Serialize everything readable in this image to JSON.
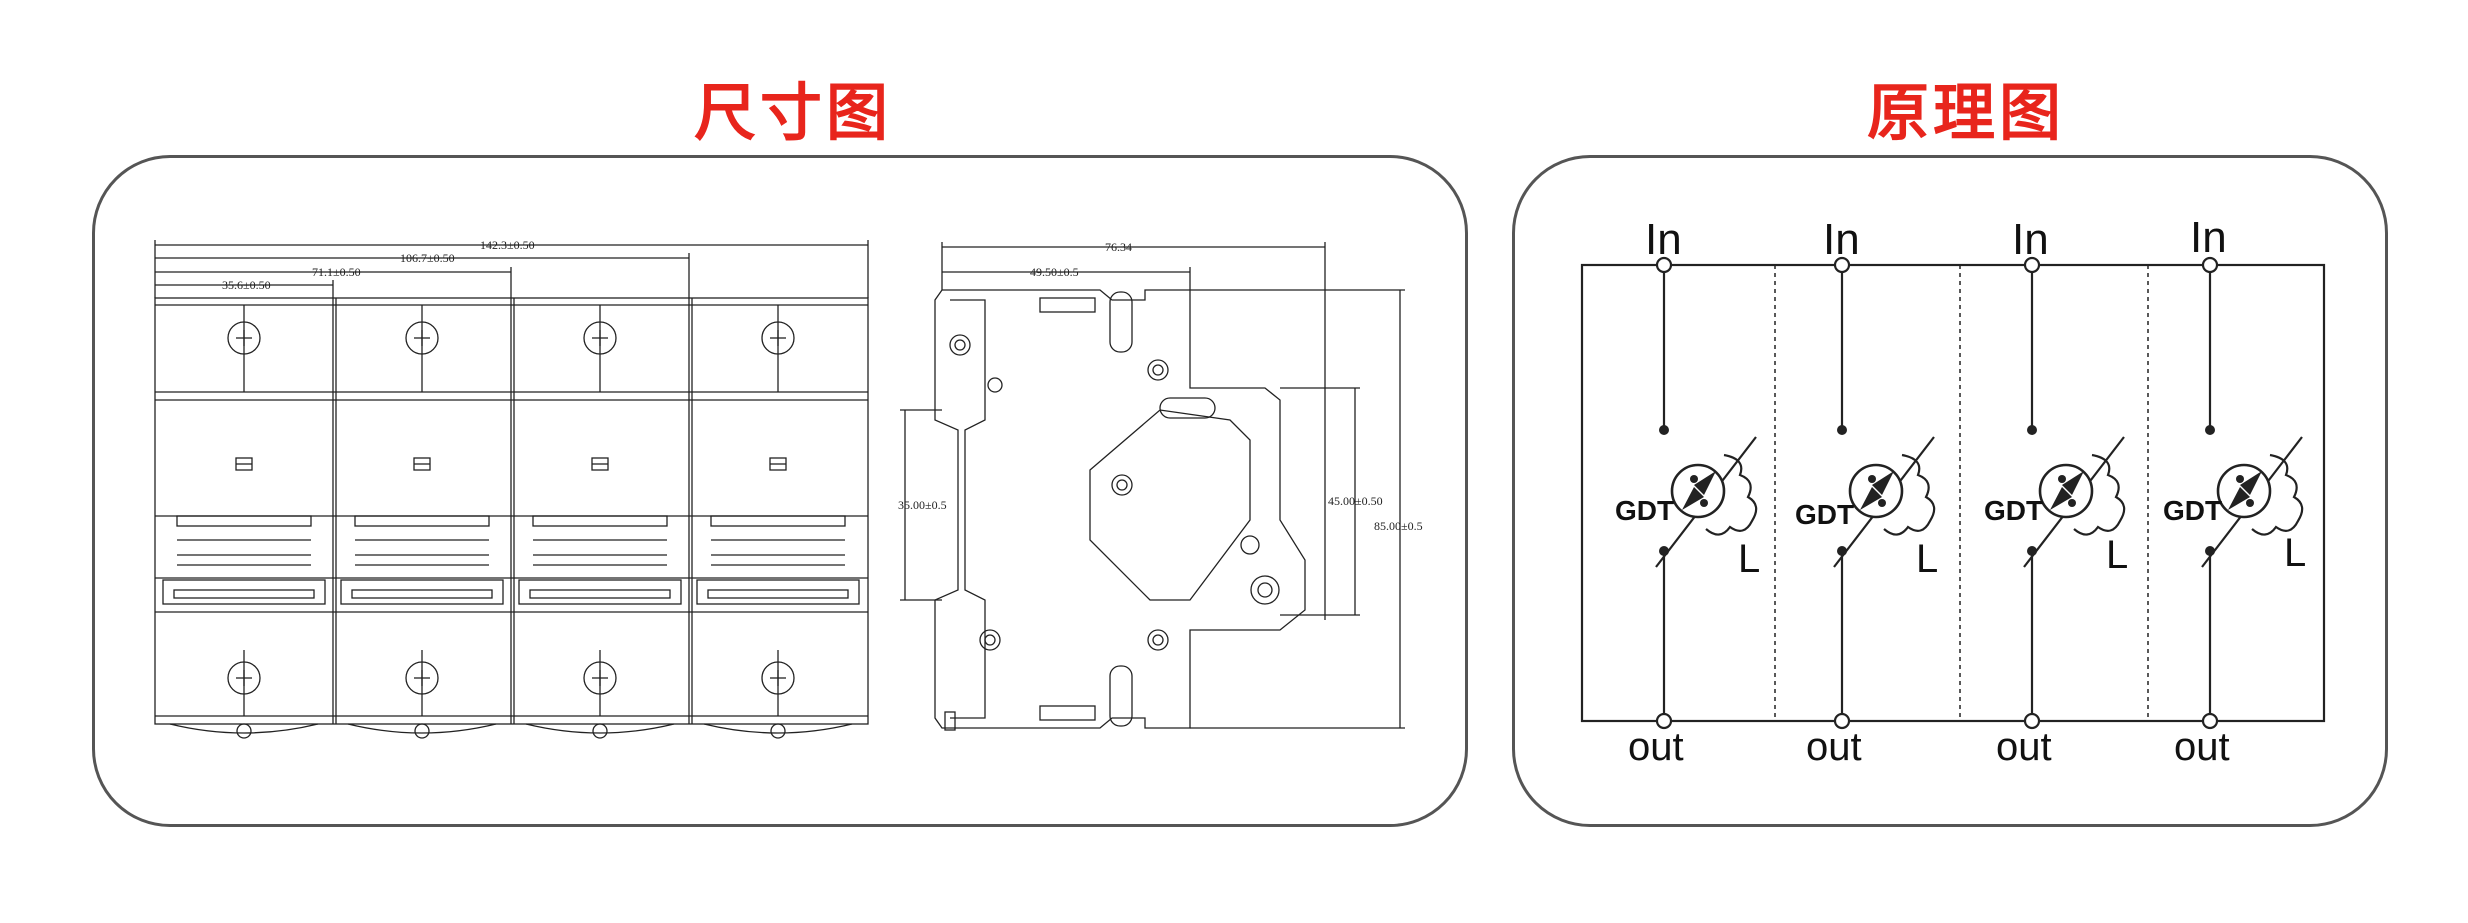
{
  "headings": {
    "dimension": "尺寸图",
    "schematic": "原理图"
  },
  "dimensions": {
    "total_width": "142.3±0.50",
    "three_pole_width": "106.7±0.50",
    "two_pole_width": "71.1±0.50",
    "one_pole_width": "35.6±0.50",
    "depth": "76.34",
    "front_depth": "49.50±0.5",
    "rail_height": "35.00±0.5",
    "front_height": "45.00±0.50",
    "total_height": "85.00±0.5"
  },
  "circuit": {
    "channels": [
      {
        "in_label": "In",
        "out_label": "out",
        "gdt_label": "GDT",
        "l_label": "L"
      },
      {
        "in_label": "In",
        "out_label": "out",
        "gdt_label": "GDT",
        "l_label": "L"
      },
      {
        "in_label": "In",
        "out_label": "out",
        "gdt_label": "GDT",
        "l_label": "L"
      },
      {
        "in_label": "In",
        "out_label": "out",
        "gdt_label": "GDT",
        "l_label": "L"
      }
    ]
  }
}
